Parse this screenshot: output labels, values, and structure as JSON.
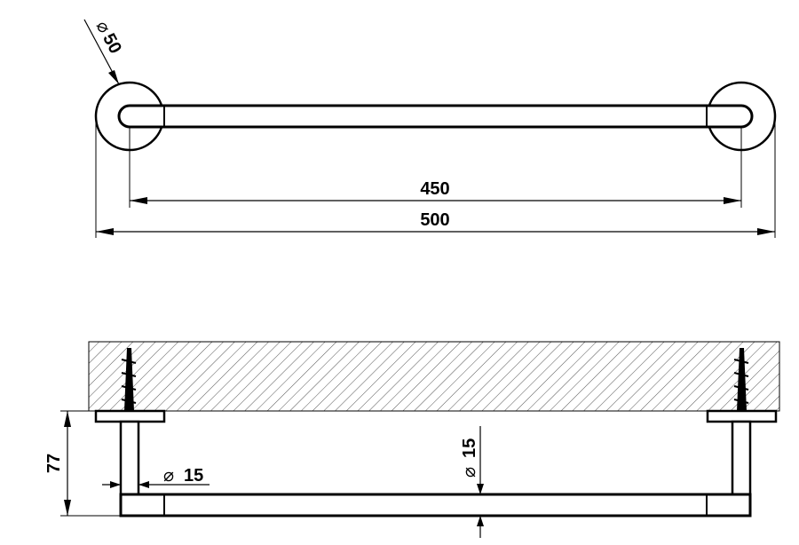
{
  "dimensions": {
    "rosette_diameter": "50",
    "center_distance": "450",
    "overall_length": "500",
    "projection": "77",
    "post_diameter": "15",
    "bar_diameter": "15"
  },
  "symbols": {
    "diameter_glyph": "⌀"
  },
  "colors": {
    "line": "#000000",
    "background": "#ffffff",
    "hatch": "#555555"
  }
}
